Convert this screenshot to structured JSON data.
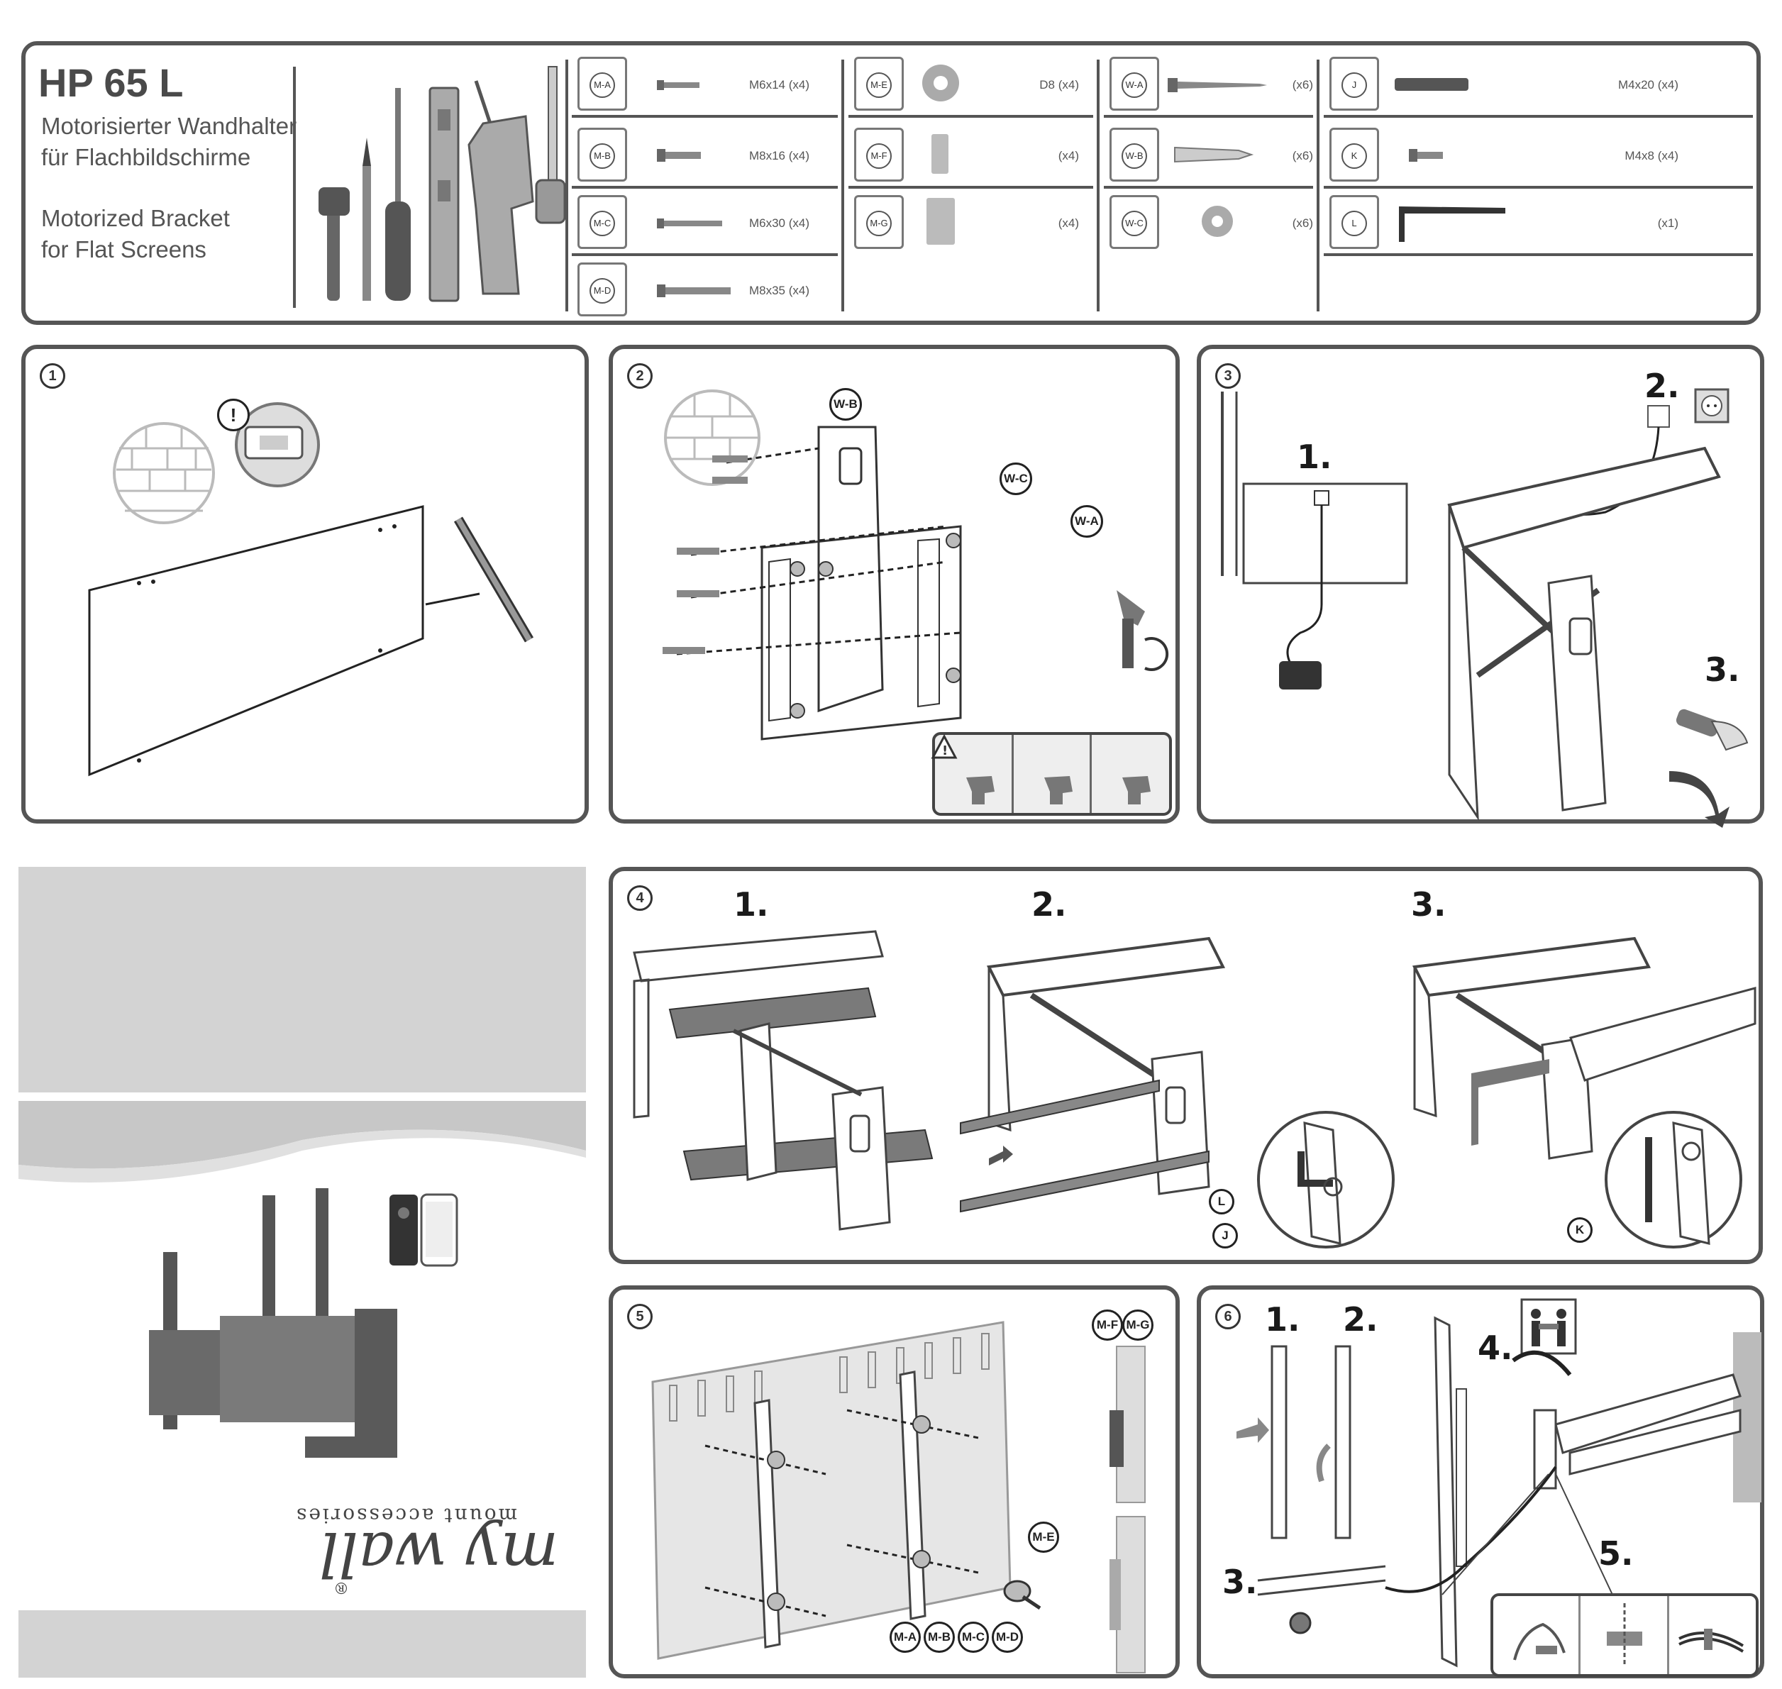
{
  "header": {
    "title": "HP 65 L",
    "subtitle_de_1": "Motorisierter Wandhalter",
    "subtitle_de_2": "für Flachbildschirme",
    "subtitle_en_1": "Motorized Bracket",
    "subtitle_en_2": "for Flat Screens"
  },
  "tools": [
    "socket-wrench-icon",
    "pencil-icon",
    "screwdriver-icon",
    "spirit-level-icon",
    "drill-icon",
    "tape-measure-icon"
  ],
  "parts": {
    "col1": [
      {
        "id": "M-A",
        "spec": "M6x14 (x4)"
      },
      {
        "id": "M-B",
        "spec": "M8x16 (x4)"
      },
      {
        "id": "M-C",
        "spec": "M6x30 (x4)"
      },
      {
        "id": "M-D",
        "spec": "M8x35 (x4)"
      }
    ],
    "col2": [
      {
        "id": "M-E",
        "spec": "D8 (x4)"
      },
      {
        "id": "M-F",
        "spec": "(x4)"
      },
      {
        "id": "M-G",
        "spec": "(x4)"
      }
    ],
    "col3": [
      {
        "id": "W-A",
        "spec": "(x6)"
      },
      {
        "id": "W-B",
        "spec": "(x6)"
      },
      {
        "id": "W-C",
        "spec": "(x6)"
      }
    ],
    "col4": [
      {
        "id": "J",
        "spec": "M4x20 (x4)"
      },
      {
        "id": "K",
        "spec": "M4x8 (x4)"
      },
      {
        "id": "L",
        "spec": "(x1)"
      }
    ]
  },
  "steps": {
    "s1": {
      "num": "1",
      "warning": "!"
    },
    "s2": {
      "num": "2",
      "labels": [
        "W-B",
        "W-C",
        "W-A"
      ]
    },
    "s3": {
      "num": "3",
      "sub": [
        "1.",
        "2.",
        "3."
      ]
    },
    "s4": {
      "num": "4",
      "sub": [
        "1.",
        "2.",
        "3."
      ],
      "labels": [
        "L",
        "J",
        "K"
      ]
    },
    "s5": {
      "num": "5",
      "labels": {
        "mf": "M-F",
        "mg": "M-G",
        "me": "M-E",
        "screws": [
          "M-A",
          "M-B",
          "M-C",
          "M-D"
        ]
      }
    },
    "s6": {
      "num": "6",
      "sub": [
        "1.",
        "2.",
        "3.",
        "4.",
        "5."
      ]
    }
  },
  "cover": {
    "brand": "my wall",
    "tagline": "mount accessories",
    "registered": "®"
  }
}
